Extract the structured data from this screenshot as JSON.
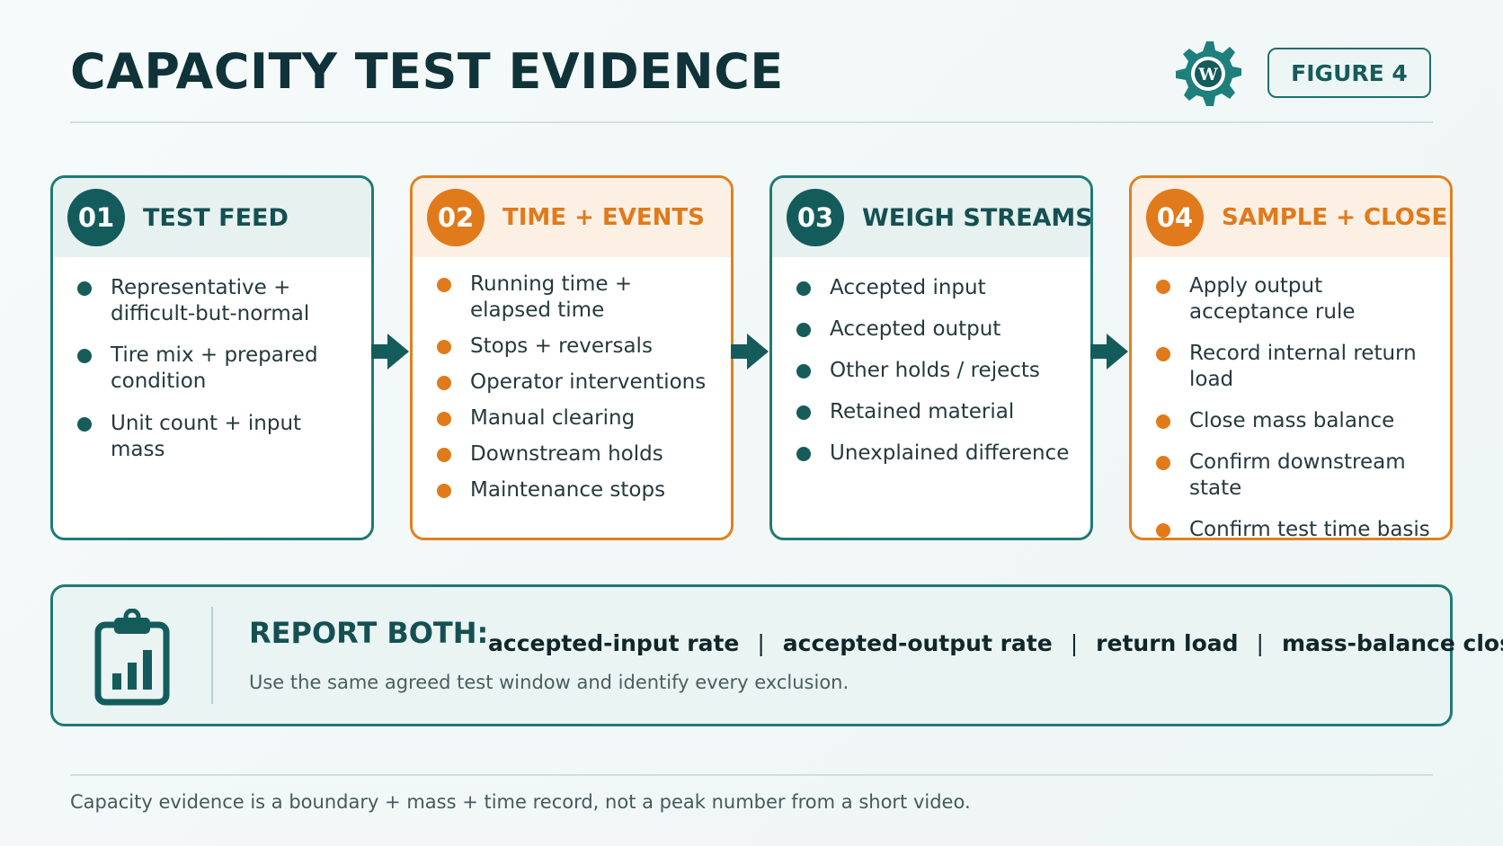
{
  "header": {
    "title": "CAPACITY TEST EVIDENCE",
    "badge": "FIGURE 4",
    "logo_icon": "gear-logo-icon"
  },
  "steps": [
    {
      "number": "01",
      "title": "TEST FEED",
      "accent": "#155c5b",
      "items": [
        "Representative + difficult-but-normal",
        "Tire mix + prepared condition",
        "Unit count + input mass"
      ]
    },
    {
      "number": "02",
      "title": "TIME + EVENTS",
      "accent": "#e07a1b",
      "items": [
        "Running time + elapsed time",
        "Stops + reversals",
        "Operator interventions",
        "Manual clearing",
        "Downstream holds",
        "Maintenance stops"
      ]
    },
    {
      "number": "03",
      "title": "WEIGH STREAMS",
      "accent": "#155c5b",
      "items": [
        "Accepted input",
        "Accepted output",
        "Other holds / rejects",
        "Retained material",
        "Unexplained difference"
      ]
    },
    {
      "number": "04",
      "title": "SAMPLE + CLOSE",
      "accent": "#e07a1b",
      "items": [
        "Apply output acceptance rule",
        "Record internal return load",
        "Close mass balance",
        "Confirm downstream state",
        "Confirm test time basis"
      ]
    }
  ],
  "report": {
    "heading": "REPORT BOTH:",
    "metrics": [
      "accepted-input rate",
      "accepted-output rate",
      "return load",
      "mass-balance closure"
    ],
    "separator": "|",
    "note": "Use the same agreed test window and identify every exclusion.",
    "icon": "clipboard-chart-icon"
  },
  "footer": {
    "text": "Capacity evidence is a boundary + mass + time record, not a peak number from a short video."
  },
  "colors": {
    "teal": "#155c5b",
    "orange": "#e07a1b"
  }
}
